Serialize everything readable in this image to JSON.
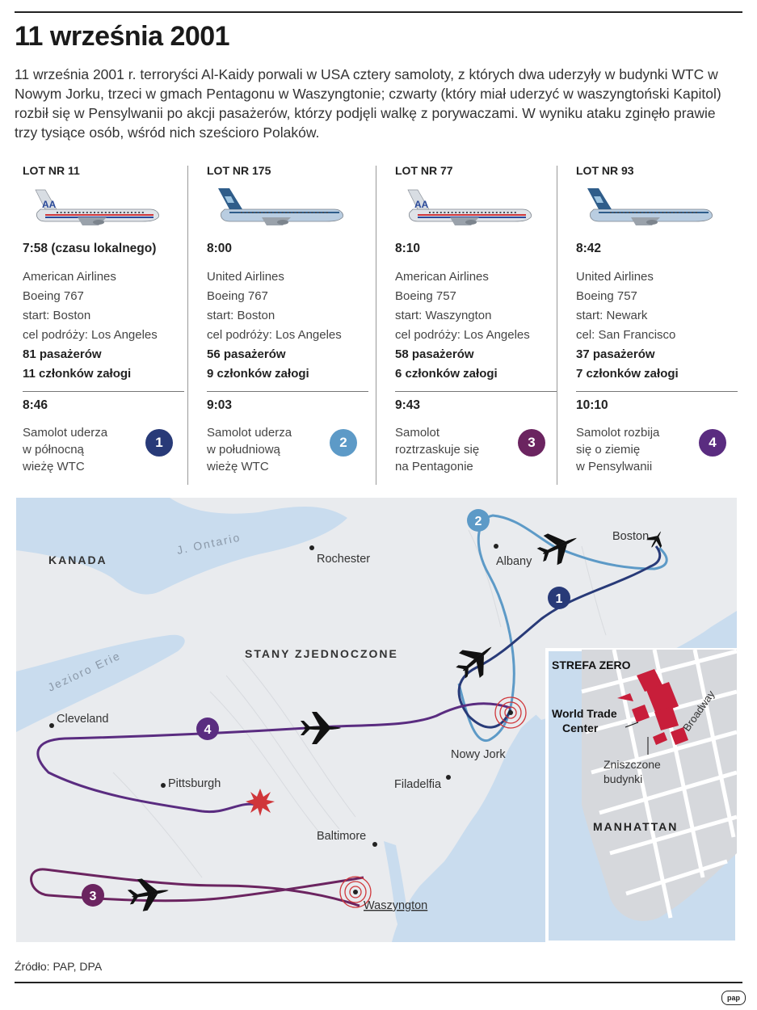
{
  "title": "11 września 2001",
  "intro": "11 września 2001 r. terroryści Al-Kaidy porwali w USA cztery samoloty, z których dwa uderzyły w budynki WTC w Nowym Jorku, trzeci w gmach Pentagonu w Waszyngtonie; czwarty (który miał uderzyć w waszyngtoński Kapitol) rozbił się w Pensylwanii po akcji pasażerów, którzy podjęli walkę z porywaczami. W wyniku ataku zginęło prawie trzy tysiące osób, wśród nich sześcioro Polaków.",
  "flights": [
    {
      "name": "LOT NR 11",
      "time": "7:58 (czasu lokalnego)",
      "airline": "American Airlines",
      "aircraft": "Boeing 767",
      "start": "start: Boston",
      "destination": "cel podróży: Los Angeles",
      "passengers": "81 pasażerów",
      "crew": "11 członków załogi",
      "impact_time": "8:46",
      "event": [
        "Samolot uderza",
        "w północną",
        "wieżę WTC"
      ],
      "number": "1",
      "color": "#283a78",
      "livery": "aa"
    },
    {
      "name": "LOT NR 175",
      "time": "8:00",
      "airline": "United Airlines",
      "aircraft": "Boeing 767",
      "start": "start: Boston",
      "destination": "cel podróży: Los Angeles",
      "passengers": "56 pasażerów",
      "crew": "9 członków załogi",
      "impact_time": "9:03",
      "event": [
        "Samolot uderza",
        "w południową",
        "wieżę WTC"
      ],
      "number": "2",
      "color": "#5d9ac7",
      "livery": "ua"
    },
    {
      "name": "LOT NR 77",
      "time": "8:10",
      "airline": "American Airlines",
      "aircraft": "Boeing 757",
      "start": "start: Waszyngton",
      "destination": "cel podróży: Los Angeles",
      "passengers": "58 pasażerów",
      "crew": "6 członków załogi",
      "impact_time": "9:43",
      "event": [
        "Samolot",
        "roztrzaskuje się",
        "na Pentagonie"
      ],
      "number": "3",
      "color": "#6b2460",
      "livery": "aa"
    },
    {
      "name": "LOT NR 93",
      "time": "8:42",
      "airline": "United Airlines",
      "aircraft": "Boeing 757",
      "start": "start: Newark",
      "destination": "cel: San Francisco",
      "passengers": "37 pasażerów",
      "crew": "7 członków załogi",
      "impact_time": "10:10",
      "event": [
        "Samolot rozbija",
        "się o ziemię",
        "w Pensylwanii"
      ],
      "number": "4",
      "color": "#5a2c80",
      "livery": "ua"
    }
  ],
  "map": {
    "countries": [
      "KANADA",
      "STANY ZJEDNOCZONE"
    ],
    "water": [
      "J. Ontario",
      "Jezioro Erie"
    ],
    "cities": [
      "Rochester",
      "Albany",
      "Boston",
      "Cleveland",
      "Pittsburgh",
      "Nowy Jork",
      "Filadelfia",
      "Baltimore",
      "Waszyngton"
    ],
    "inset": {
      "title": "STREFA ZERO",
      "wtc": [
        "World Trade",
        "Center"
      ],
      "broadway": "Broadway",
      "destroyed": [
        "Zniszczone",
        "budynki"
      ],
      "district": "MANHATTAN"
    }
  },
  "source": "Źródło: PAP, DPA",
  "logo": "pap"
}
